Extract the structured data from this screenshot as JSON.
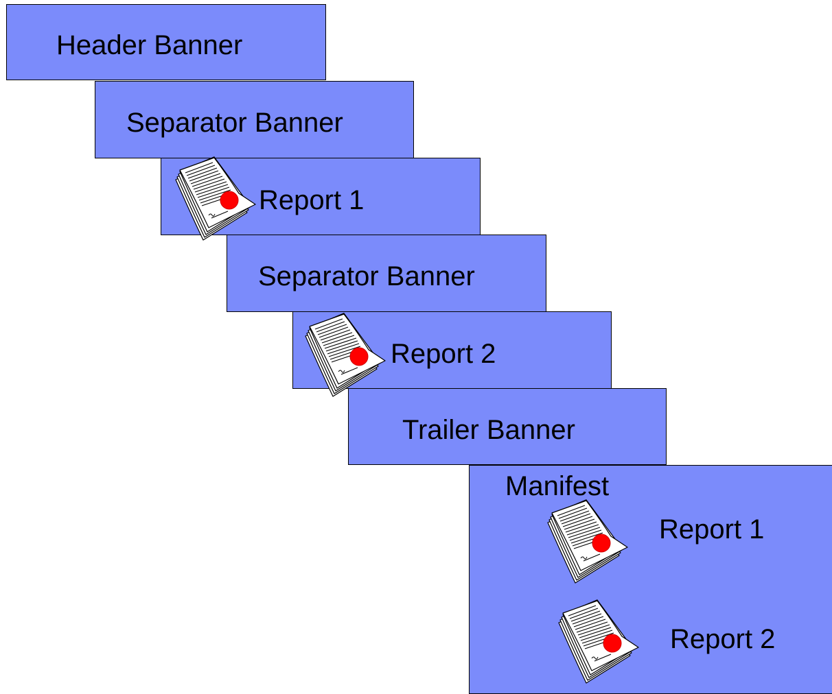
{
  "colors": {
    "banner_fill": "#7b8bfb",
    "banner_border": "#000000",
    "seal": "#ff0000"
  },
  "banners": {
    "header": {
      "label": "Header Banner"
    },
    "separator_1": {
      "label": "Separator Banner"
    },
    "report_1": {
      "label": "Report 1",
      "icon": "document-icon"
    },
    "separator_2": {
      "label": "Separator Banner"
    },
    "report_2": {
      "label": "Report 2",
      "icon": "document-icon"
    },
    "trailer": {
      "label": "Trailer Banner"
    },
    "manifest": {
      "label": "Manifest",
      "items": [
        {
          "label": "Report 1",
          "icon": "document-icon"
        },
        {
          "label": "Report 2",
          "icon": "document-icon"
        }
      ]
    }
  }
}
